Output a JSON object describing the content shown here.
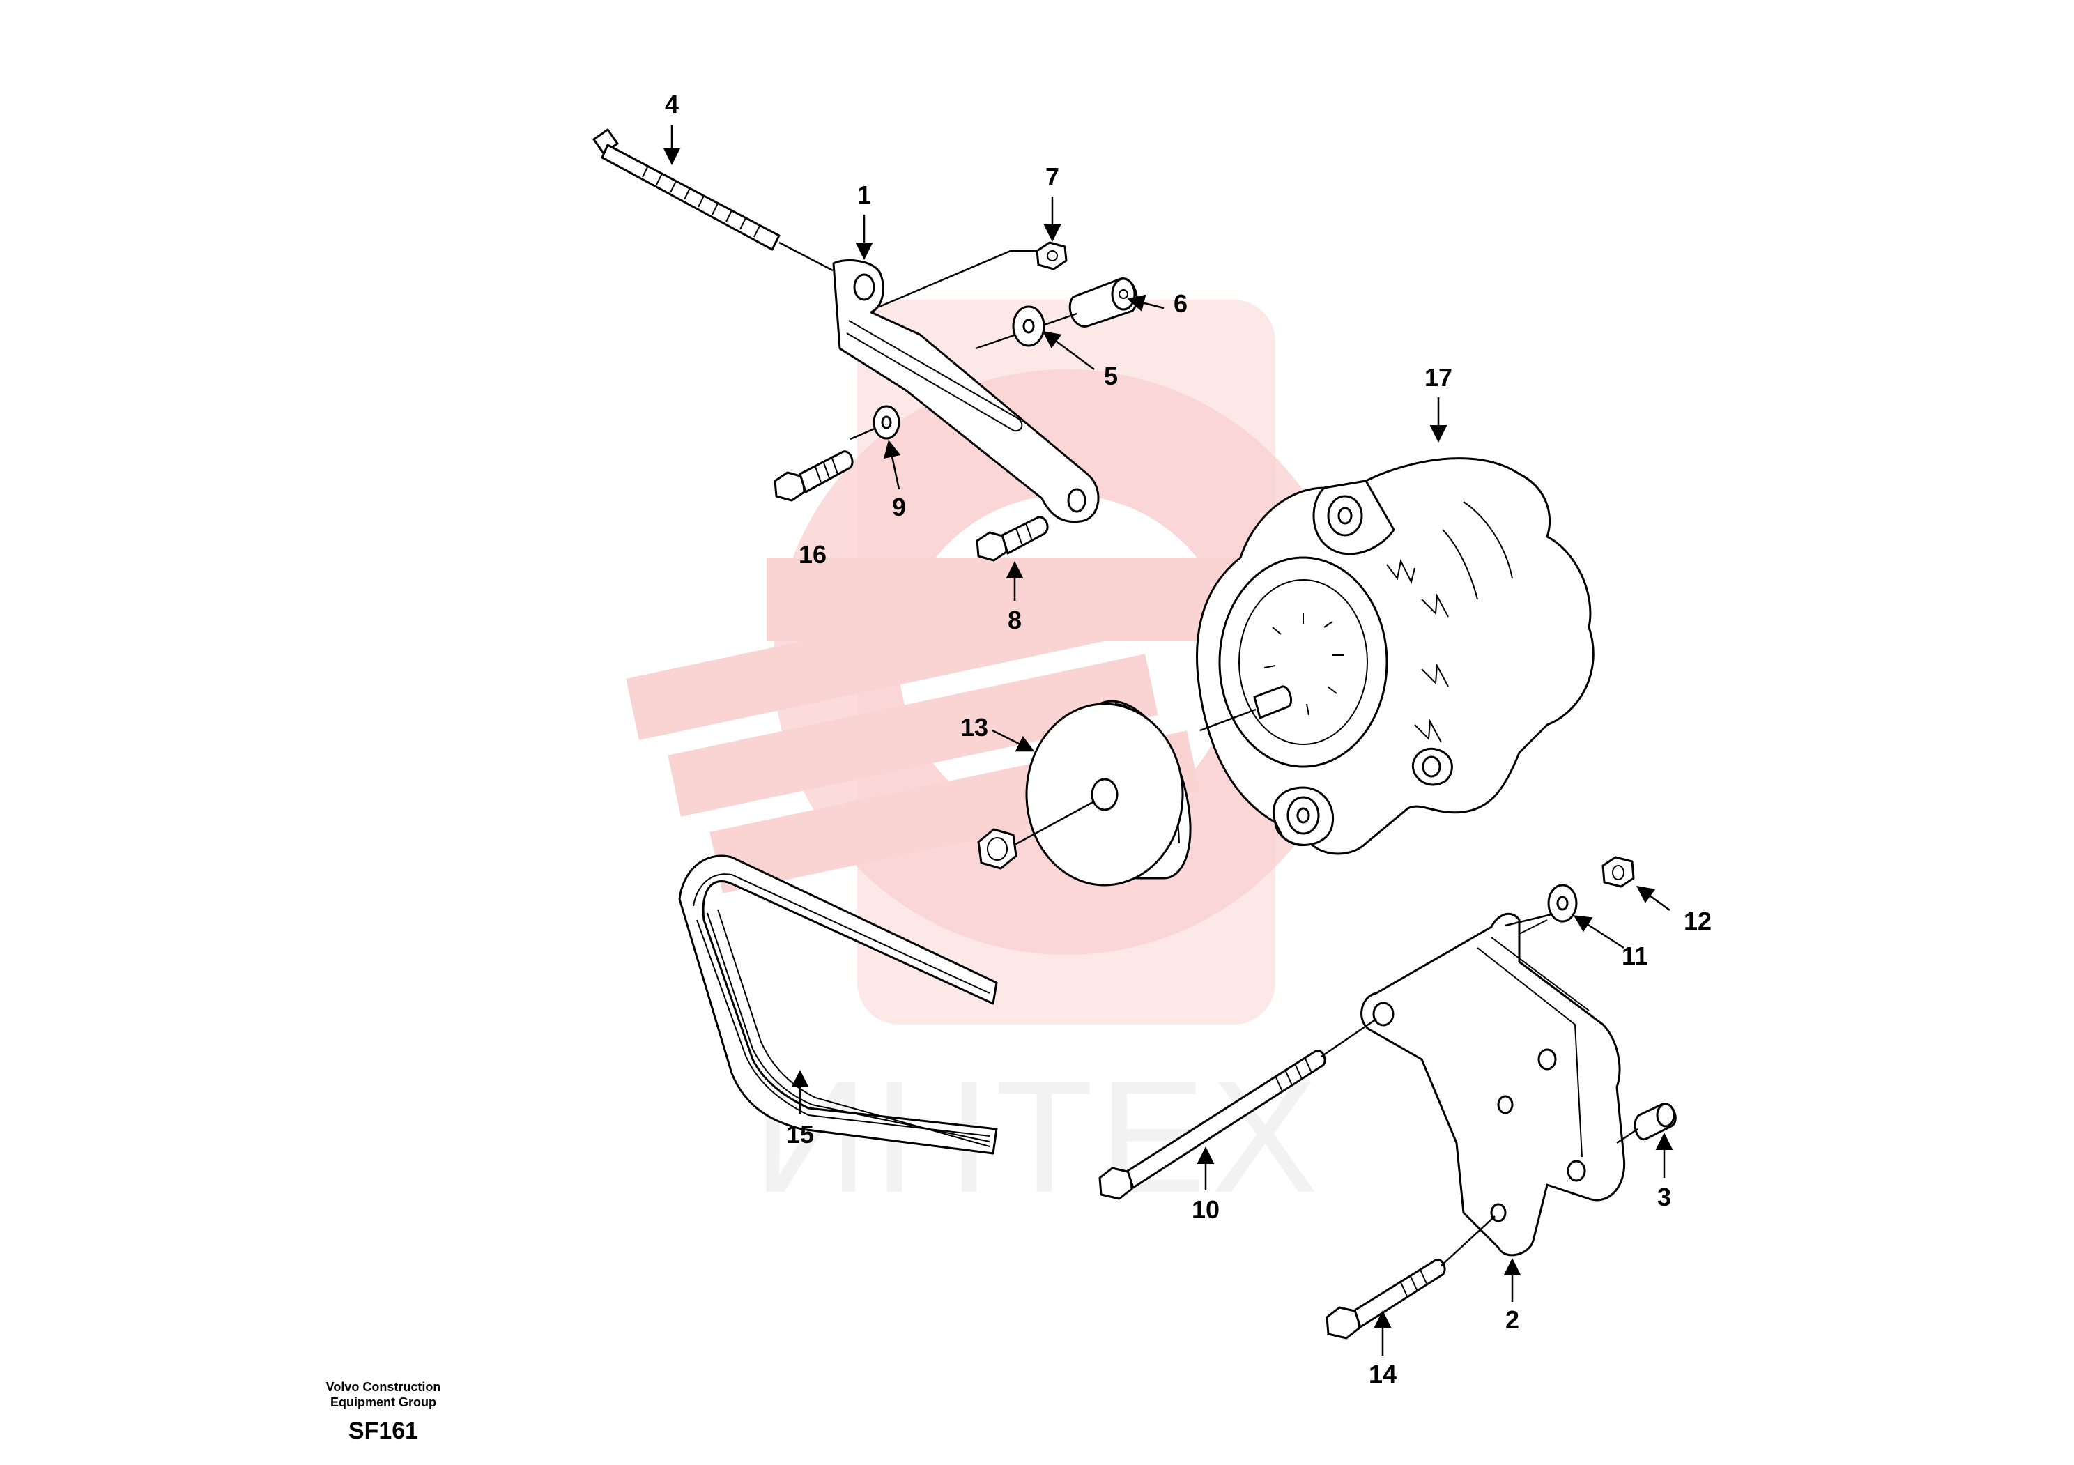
{
  "watermark": {
    "text": "ИНТЕХ",
    "color": "#f5a0a0",
    "text_color": "#d9d9d9"
  },
  "footer": {
    "line1": "Volvo Construction",
    "line2": "Equipment Group",
    "code": "SF161"
  },
  "callouts": {
    "c1": "1",
    "c2": "2",
    "c3": "3",
    "c4": "4",
    "c5": "5",
    "c6": "6",
    "c7": "7",
    "c8": "8",
    "c9": "9",
    "c10": "10",
    "c11": "11",
    "c12": "12",
    "c13": "13",
    "c14": "14",
    "c15": "15",
    "c16": "16",
    "c17": "17"
  }
}
